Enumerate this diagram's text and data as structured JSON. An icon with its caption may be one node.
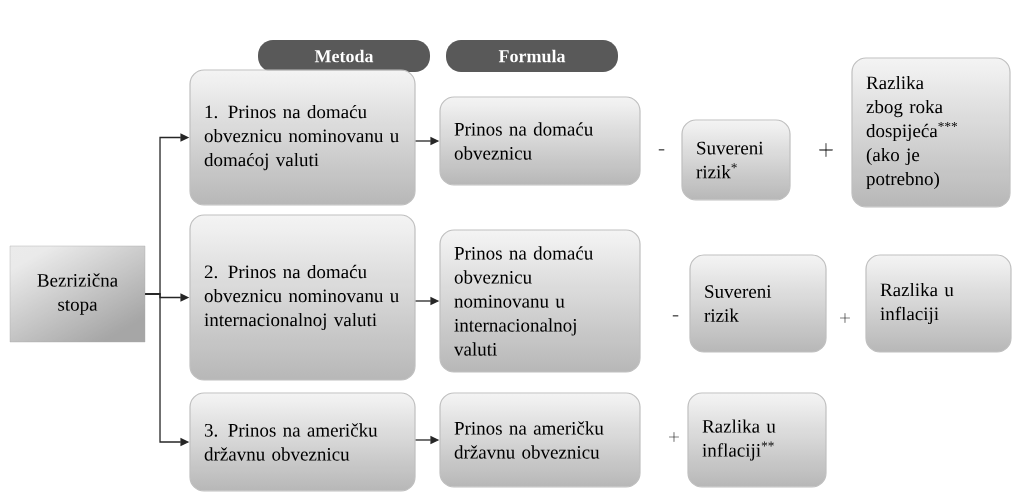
{
  "diagram": {
    "nodes": [
      {
        "text": [
          "Metoda"
        ]
      },
      {
        "text": [
          "Formula"
        ]
      },
      {
        "text": [
          "Bezrizična stopa"
        ]
      },
      {
        "text": [
          "1. Prinos na domaću obveznicu nominovanu u domaćoj valuti"
        ]
      },
      {
        "text": [
          "Prinos na domaću obveznicu"
        ]
      },
      {
        "text": [
          "Suvereni rizik$^{*}$"
        ]
      },
      {
        "text": [
          "Razlika zbog roka dospijeća$^{***}$ (ako je potrebno)"
        ]
      },
      {
        "text": [
          "2. Prinos na domaću obveznicu nominovanu u internacionalnoj valuti"
        ]
      },
      {
        "text": [
          "Prinos na domaću obveznicu nominovanu u internacionalnoj valuti"
        ]
      },
      {
        "text": [
          "Suvereni rizik"
        ]
      },
      {
        "text": [
          "Razlika u inflaciji"
        ]
      },
      {
        "text": [
          "3. Prinos na američku državnu obveznicu"
        ]
      },
      {
        "text": [
          "Prinos na američku državnu obveznicu"
        ]
      },
      {
        "text": [
          "Razlika u inflaciji$^{**}$"
        ]
      }
    ],
    "edges": [
      {
        "from": 2,
        "to": 3,
        "arrow": "to"
      },
      {
        "from": 2,
        "to": 7,
        "arrow": "to"
      },
      {
        "from": 2,
        "to": 11,
        "arrow": "to"
      },
      {
        "from": 3,
        "to": 4,
        "arrow": "to"
      },
      {
        "from": 7,
        "to": 8,
        "arrow": "to"
      },
      {
        "from": 11,
        "to": 12,
        "arrow": "to"
      }
    ],
    "labels": [
      "-",
      "+",
      "-",
      "+",
      "+"
    ]
  }
}
